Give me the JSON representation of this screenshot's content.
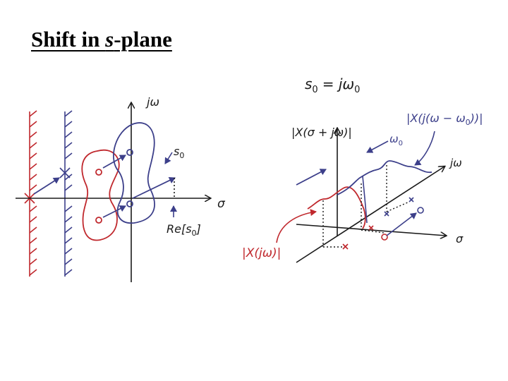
{
  "slide": {
    "title_prefix": "Shift in ",
    "title_var": "s",
    "title_suffix": "-plane"
  },
  "left_diagram": {
    "vertical_axis_label": "jω",
    "horizontal_axis_label": "σ",
    "shift_label": "s",
    "shift_subscript": "0",
    "real_part_label": "Re[s",
    "real_part_subscript": "0",
    "real_part_close": "]"
  },
  "right_diagram": {
    "equation_lhs": "s",
    "equation_lhs_sub": "0",
    "equation_rhs": "= jω",
    "equation_rhs_sub": "0",
    "surface_label": "|X(σ + jω)|",
    "shifted_label": "|X(j(ω − ω",
    "shifted_label_sub": "0",
    "shifted_label_end": "))|",
    "omega0_label": "ω",
    "omega0_sub": "0",
    "jw_axis_label": "jω",
    "sigma_axis_label": "σ",
    "original_label": "|X(jω)|"
  },
  "colors": {
    "blue": "#3c3f8a",
    "red": "#c0282d",
    "black": "#1a1a1a"
  }
}
